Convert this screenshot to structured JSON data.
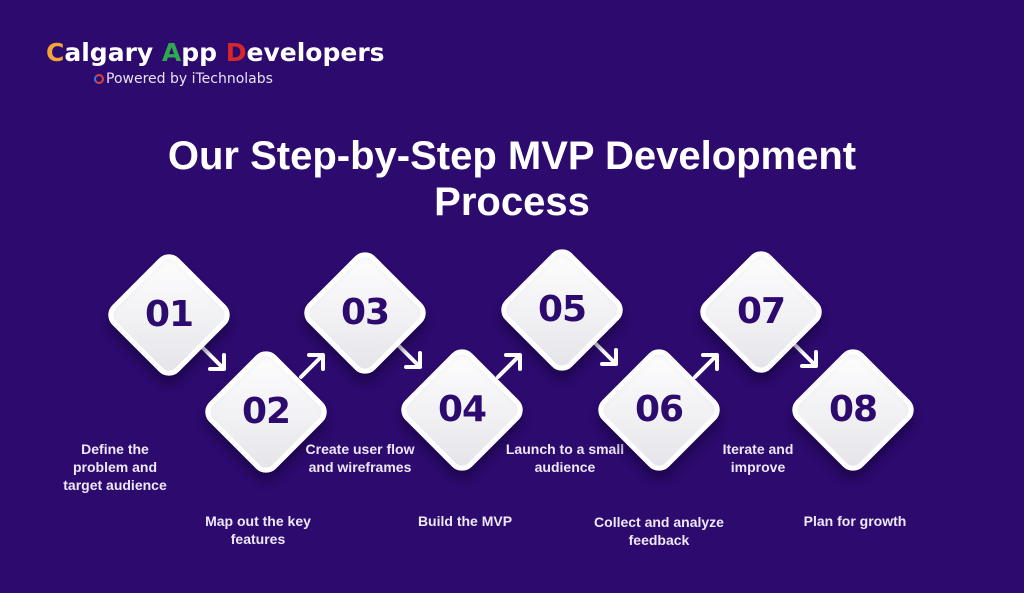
{
  "brand": {
    "title_parts": [
      "C",
      "algary ",
      "A",
      "pp ",
      "D",
      "evelopers"
    ],
    "subtitle": "Powered by iTechnolabs",
    "colors": {
      "c": "#f2a43a",
      "a": "#2fa84f",
      "d": "#d8262a"
    }
  },
  "page": {
    "title_line1": "Our Step-by-Step MVP Development",
    "title_line2": "Process",
    "background": "#2d0a6e"
  },
  "steps": [
    {
      "number": "01",
      "label": "Define the problem and target audience"
    },
    {
      "number": "02",
      "label": "Map out the key features"
    },
    {
      "number": "03",
      "label": "Create user flow and wireframes"
    },
    {
      "number": "04",
      "label": "Build the MVP"
    },
    {
      "number": "05",
      "label": "Launch to a small audience"
    },
    {
      "number": "06",
      "label": "Collect and analyze feedback"
    },
    {
      "number": "07",
      "label": "Iterate and improve"
    },
    {
      "number": "08",
      "label": "Plan for growth"
    }
  ]
}
